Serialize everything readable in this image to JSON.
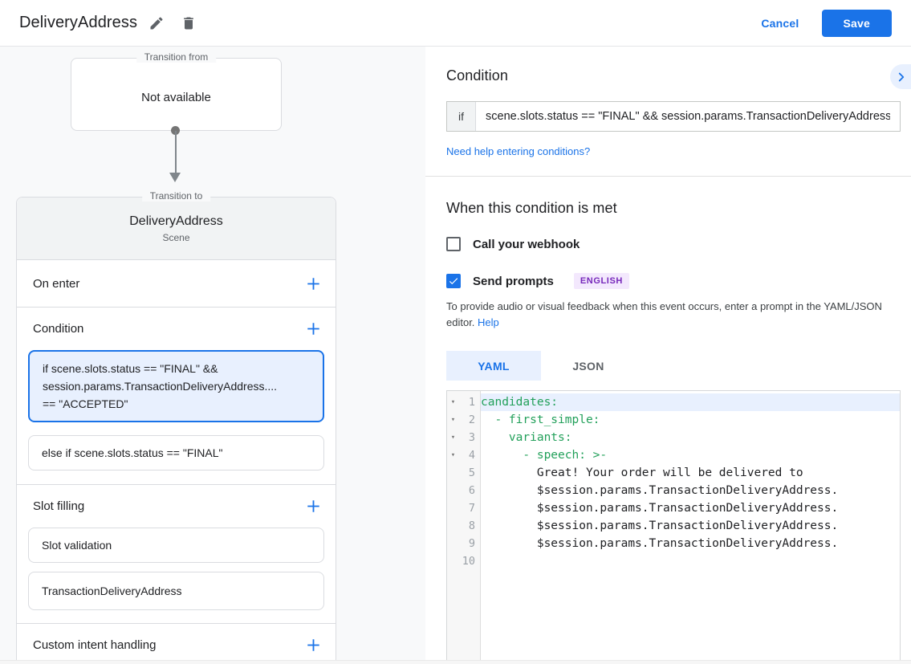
{
  "header": {
    "title": "DeliveryAddress",
    "cancel_label": "Cancel",
    "save_label": "Save"
  },
  "canvas": {
    "transition_from": {
      "label": "Transition from",
      "value": "Not available"
    },
    "transition_to": {
      "label": "Transition to",
      "name": "DeliveryAddress",
      "type": "Scene"
    },
    "sections": {
      "on_enter": "On enter",
      "condition": "Condition",
      "slot_filling": "Slot filling",
      "custom_intent": "Custom intent handling"
    },
    "condition_items": {
      "selected": "if scene.slots.status == \"FINAL\" &&\nsession.params.TransactionDeliveryAddress....\n== \"ACCEPTED\"",
      "else_if": "else if scene.slots.status == \"FINAL\""
    },
    "slot_items": {
      "validation": "Slot validation",
      "transaction": "TransactionDeliveryAddress"
    }
  },
  "panel": {
    "condition_heading": "Condition",
    "if_label": "if",
    "if_value": "scene.slots.status == \"FINAL\" && session.params.TransactionDeliveryAddress",
    "help_link": "Need help entering conditions?",
    "when_heading": "When this condition is met",
    "webhook_label": "Call your webhook",
    "prompts_label": "Send prompts",
    "language_badge": "ENGLISH",
    "description": "To provide audio or visual feedback when this event occurs, enter a prompt in the YAML/JSON editor.",
    "help_label": "Help",
    "tabs": {
      "yaml": "YAML",
      "json": "JSON"
    }
  },
  "editor": {
    "lines": [
      {
        "num": 1,
        "fold": true,
        "type": "key",
        "active": true,
        "text": "candidates:"
      },
      {
        "num": 2,
        "fold": true,
        "type": "key",
        "active": false,
        "text": "  - first_simple:"
      },
      {
        "num": 3,
        "fold": true,
        "type": "key",
        "active": false,
        "text": "    variants:"
      },
      {
        "num": 4,
        "fold": true,
        "type": "key",
        "active": false,
        "text": "      - speech: >-"
      },
      {
        "num": 5,
        "fold": false,
        "type": "plain",
        "active": false,
        "text": "        Great! Your order will be delivered to"
      },
      {
        "num": 6,
        "fold": false,
        "type": "plain",
        "active": false,
        "text": "        $session.params.TransactionDeliveryAddress."
      },
      {
        "num": 7,
        "fold": false,
        "type": "plain",
        "active": false,
        "text": "        $session.params.TransactionDeliveryAddress."
      },
      {
        "num": 8,
        "fold": false,
        "type": "plain",
        "active": false,
        "text": "        $session.params.TransactionDeliveryAddress."
      },
      {
        "num": 9,
        "fold": false,
        "type": "plain",
        "active": false,
        "text": "        $session.params.TransactionDeliveryAddress."
      },
      {
        "num": 10,
        "fold": false,
        "type": "plain",
        "active": false,
        "text": ""
      }
    ]
  },
  "colors": {
    "accent_blue": "#1a73e8",
    "selection_blue": "#e8f0fe",
    "badge_purple_bg": "#f3e8fd",
    "badge_purple_text": "#7627ba",
    "code_key_green": "#22a05a",
    "canvas_gray": "#f8f9fa"
  }
}
